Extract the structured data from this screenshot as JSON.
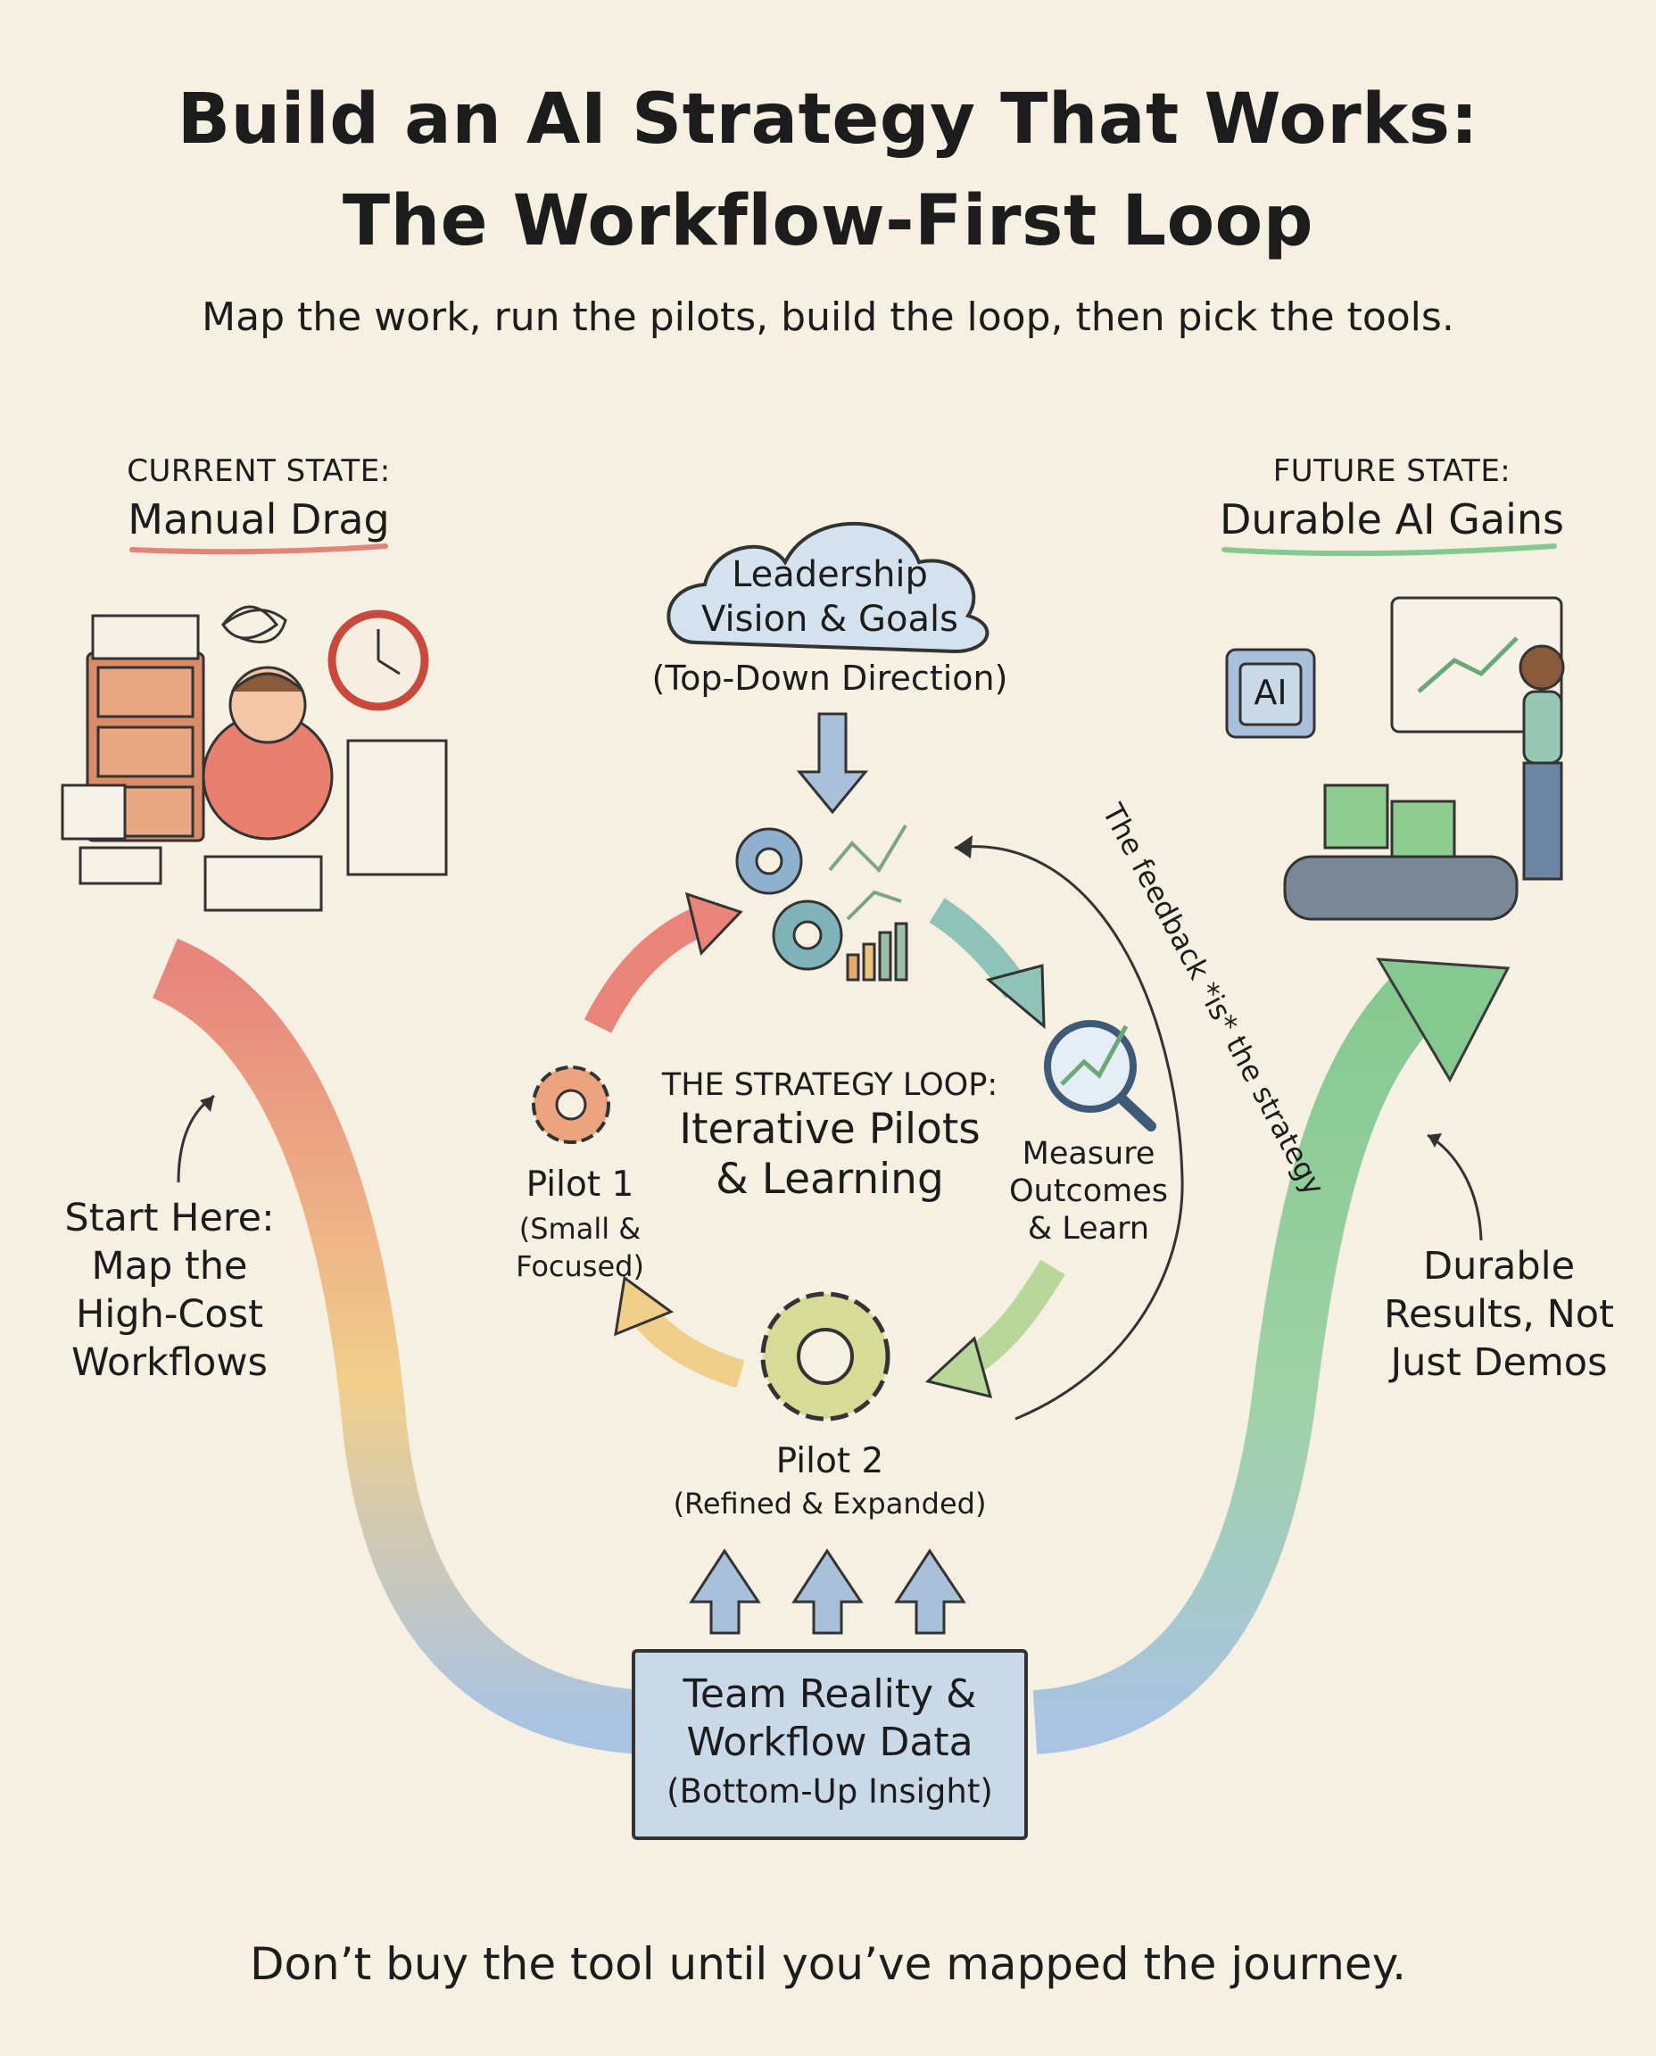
{
  "title_line1": "Build an AI Strategy That Works:",
  "title_line2": "The Workflow-First Loop",
  "subtitle": "Map the work, run the pilots, build the loop, then pick the tools.",
  "current_state": {
    "label": "CURRENT STATE:",
    "title": "Manual Drag"
  },
  "future_state": {
    "label": "FUTURE STATE:",
    "title": "Durable AI Gains"
  },
  "leadership": {
    "line1": "Leadership",
    "line2": "Vision & Goals",
    "caption": "(Top-Down Direction)"
  },
  "feedback_note": "The feedback *is* the strategy",
  "loop_center": {
    "label": "THE STRATEGY LOOP:",
    "line1": "Iterative Pilots",
    "line2": "& Learning"
  },
  "pilot1": {
    "title": "Pilot 1",
    "sub1": "(Small &",
    "sub2": "Focused)"
  },
  "measure": {
    "line1": "Measure",
    "line2": "Outcomes",
    "line3": "& Learn"
  },
  "pilot2": {
    "title": "Pilot 2",
    "sub": "(Refined & Expanded)"
  },
  "start_here": {
    "line1": "Start Here:",
    "line2": "Map the",
    "line3": "High-Cost",
    "line4": "Workflows"
  },
  "durable": {
    "line1": "Durable",
    "line2": "Results, Not",
    "line3": "Just Demos"
  },
  "team_box": {
    "line1": "Team Reality &",
    "line2": "Workflow Data",
    "line3": "(Bottom-Up Insight)"
  },
  "ai_chip_label": "AI",
  "bottom_line": "Don’t buy the tool until you’ve mapped the journey.",
  "icons": [
    "stressed-worker-illustration",
    "filing-cabinet-icon",
    "clock-icon",
    "cloud-icon",
    "gears-analytics-icon",
    "gear-icon",
    "magnifier-chart-icon",
    "ai-chip-icon",
    "dashboard-chart-icon",
    "conveyor-belt-icon",
    "presenter-icon"
  ],
  "colors": {
    "background": "#f6f0e3",
    "current_underline": "#e3847a",
    "future_underline": "#86c990",
    "cloud_fill": "#d3e2ee",
    "box_fill": "#c9d9e8",
    "arrow_red": "#e8847a",
    "arrow_yellow": "#f0cf8a",
    "arrow_green": "#86c990",
    "arrow_blue": "#a7c3e3",
    "gear_orange": "#eba47e",
    "gear_olive": "#d7db98"
  }
}
